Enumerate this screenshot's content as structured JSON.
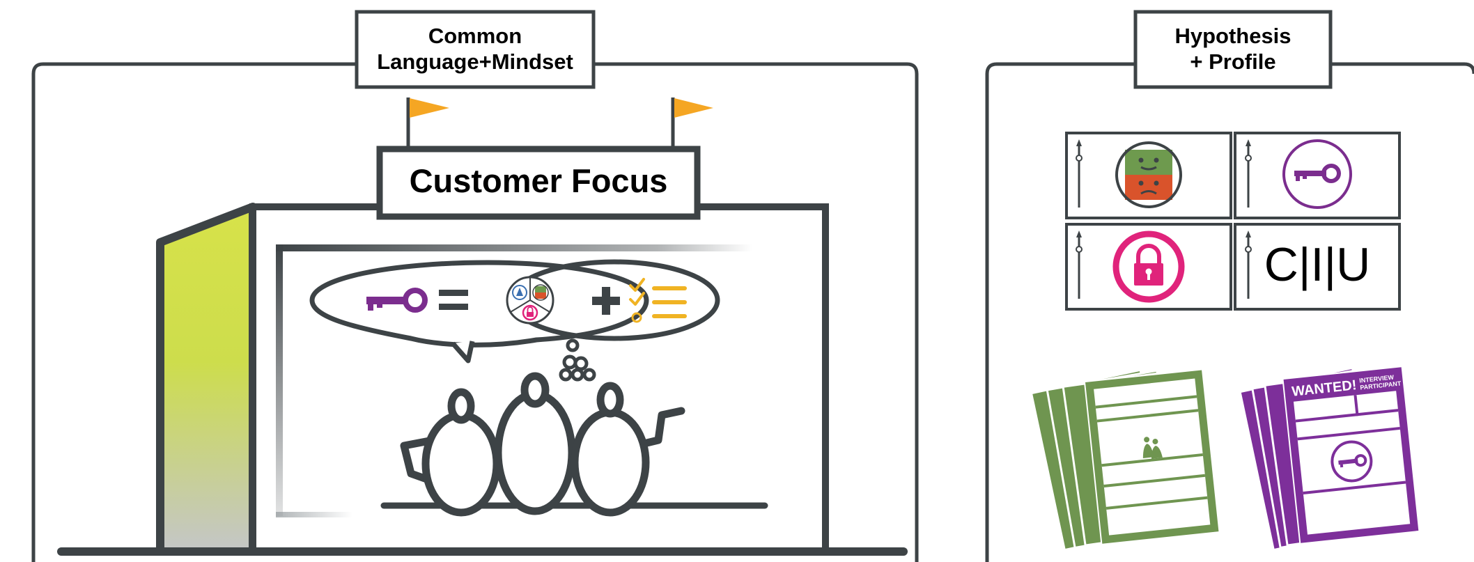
{
  "left_panel": {
    "tag_line1": "Common",
    "tag_line2": "Language+Mindset",
    "sign": "Customer Focus"
  },
  "right_panel": {
    "tag_line1": "Hypothesis",
    "tag_line2": "+ Profile",
    "tile_text": "C|I|U",
    "poster_title": "WANTED!",
    "poster_sub1": "INTERVIEW",
    "poster_sub2": "PARTICIPANT"
  },
  "colors": {
    "outline": "#3d4346",
    "flag": "#f5a623",
    "purple": "#7b2d8e",
    "pink": "#e0237b",
    "green": "#6e9a4e",
    "orange_red": "#d9532b",
    "yellow": "#f0b323",
    "lime": "#cfe04a",
    "poster_green": "#6f9550",
    "poster_purple": "#7d2f9a"
  },
  "icons": [
    "flag-icon",
    "key-icon",
    "equals-icon",
    "plus-icon",
    "checklist-icon",
    "smiley-icon",
    "lock-icon",
    "team-figures-icon"
  ]
}
